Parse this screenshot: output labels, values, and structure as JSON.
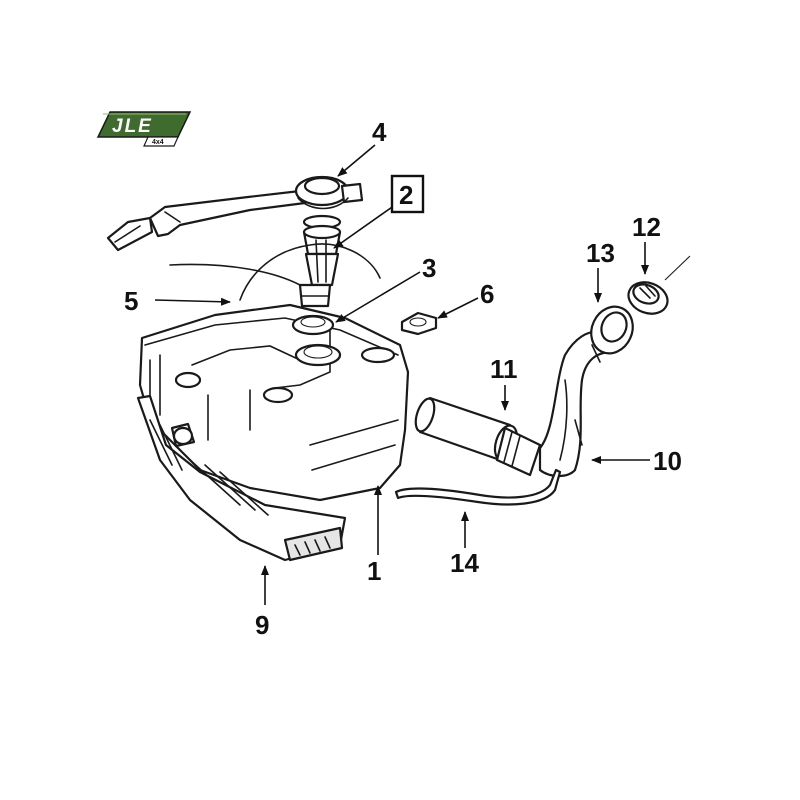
{
  "logo": {
    "text": "JLE",
    "subtext": "4x4",
    "color": "#3f6b2e"
  },
  "callouts": [
    {
      "id": "1",
      "label": "1",
      "boxed": false
    },
    {
      "id": "2",
      "label": "2",
      "boxed": true
    },
    {
      "id": "3",
      "label": "3",
      "boxed": false
    },
    {
      "id": "4",
      "label": "4",
      "boxed": false
    },
    {
      "id": "5",
      "label": "5",
      "boxed": false
    },
    {
      "id": "6",
      "label": "6",
      "boxed": false
    },
    {
      "id": "9",
      "label": "9",
      "boxed": false
    },
    {
      "id": "10",
      "label": "10",
      "boxed": false
    },
    {
      "id": "11",
      "label": "11",
      "boxed": false
    },
    {
      "id": "12",
      "label": "12",
      "boxed": false
    },
    {
      "id": "13",
      "label": "13",
      "boxed": false
    },
    {
      "id": "14",
      "label": "14",
      "boxed": false
    }
  ],
  "colors": {
    "line": "#1a1a1a",
    "background": "#ffffff",
    "highlight_box": "#111111"
  }
}
